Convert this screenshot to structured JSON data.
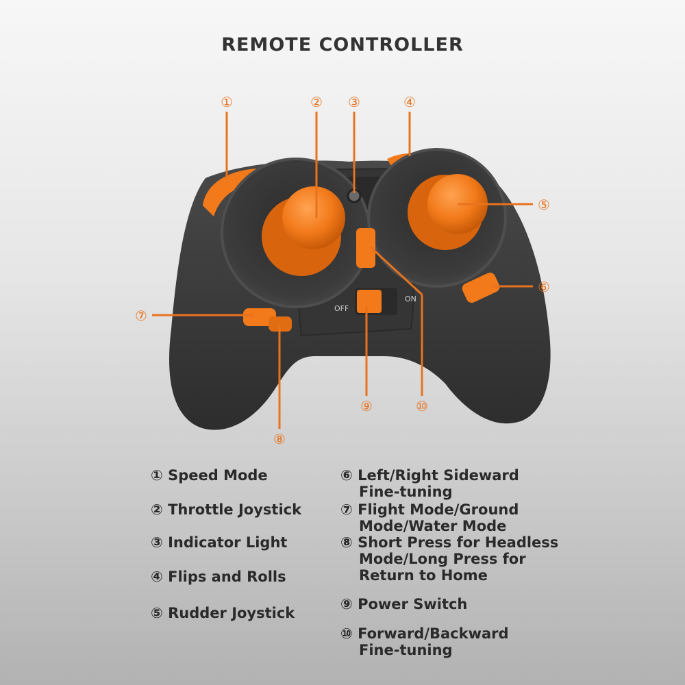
{
  "title": "REMOTE CONTROLLER",
  "colors": {
    "accent": "#f27a1a",
    "body": "#3a3939",
    "label": "#e8731e"
  },
  "callouts": [
    "①",
    "②",
    "③",
    "④",
    "⑤",
    "⑥",
    "⑦",
    "⑧",
    "⑨",
    "⑩"
  ],
  "switch_labels": {
    "off": "OFF",
    "on": "ON"
  },
  "legend_left": [
    {
      "num": "①",
      "lines": [
        "Speed Mode"
      ]
    },
    {
      "num": "②",
      "lines": [
        "Throttle Joystick"
      ]
    },
    {
      "num": "③",
      "lines": [
        "Indicator Light"
      ]
    },
    {
      "num": "④",
      "lines": [
        "Flips and Rolls"
      ]
    },
    {
      "num": "⑤",
      "lines": [
        "Rudder Joystick"
      ]
    }
  ],
  "legend_right": [
    {
      "num": "⑥",
      "lines": [
        "Left/Right Sideward",
        "Fine-tuning"
      ]
    },
    {
      "num": "⑦",
      "lines": [
        "Flight Mode/Ground",
        "Mode/Water Mode"
      ]
    },
    {
      "num": "⑧",
      "lines": [
        "Short Press for Headless",
        "Mode/Long Press for",
        "Return to Home"
      ]
    },
    {
      "num": "⑨",
      "lines": [
        "Power Switch"
      ]
    },
    {
      "num": "⑩",
      "lines": [
        "Forward/Backward",
        "Fine-tuning"
      ]
    }
  ]
}
